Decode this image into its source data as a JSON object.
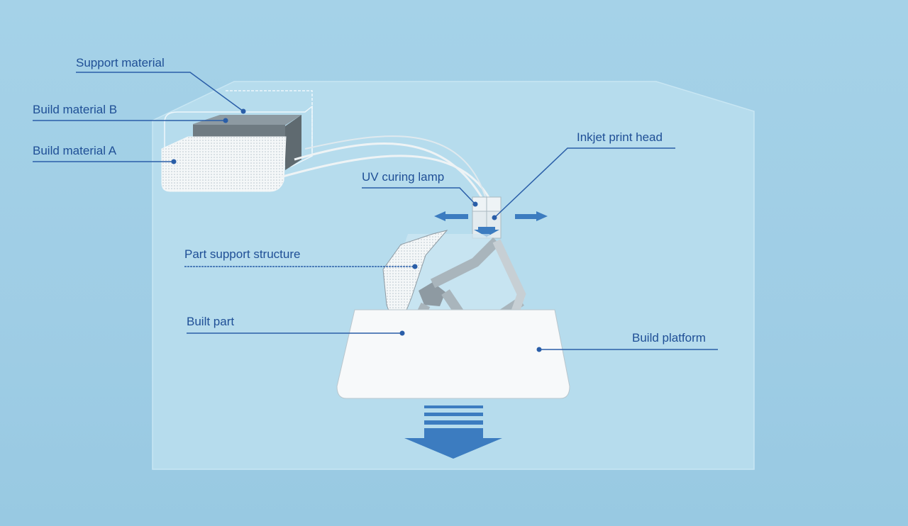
{
  "labels": {
    "support_material": "Support material",
    "build_material_b": "Build material B",
    "build_material_a": "Build material A",
    "uv_curing_lamp": "UV curing lamp",
    "inkjet_print_head": "Inkjet print head",
    "part_support_structure": "Part support structure",
    "built_part": "Built part",
    "build_platform": "Build platform"
  },
  "colors": {
    "label": "#1f4f96",
    "leader": "#2a5ea8",
    "arrow": "#3c7cc0",
    "panel": "#b6dced",
    "background": "#9fcde5"
  }
}
